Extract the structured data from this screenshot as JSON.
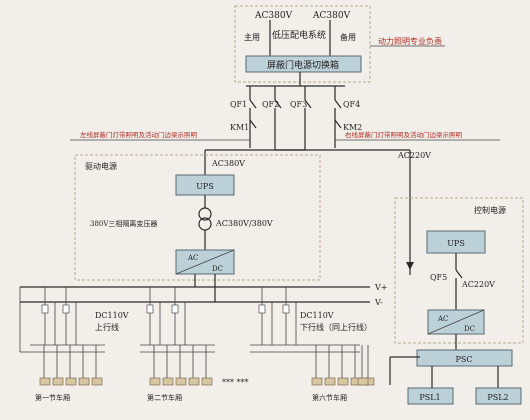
{
  "top": {
    "ac380_left": "AC380V",
    "ac380_right": "AC380V",
    "main_label": "主用",
    "standby_label": "备用",
    "lv_system": "低压配电系统",
    "power_load": "动力照明专业负责",
    "switchbox": "屏蔽门电源切换箱"
  },
  "breakers": {
    "qf1": "QF1",
    "qf2": "QF2",
    "qf3": "QF3",
    "qf4": "QF4",
    "km1": "KM1",
    "km2": "KM2",
    "left_lighting": "左线屏蔽门灯带照明及活动门边梁示照明",
    "right_lighting": "右线屏蔽门灯带照明及活动门边梁示照明"
  },
  "drive": {
    "title": "驱动电源",
    "ac380": "AC380V",
    "ups": "UPS",
    "transformer": "380V三相隔离变压器",
    "ac380_380": "AC380V/380V",
    "ac": "AC",
    "dc": "DC"
  },
  "control": {
    "title": "控制电源",
    "ac220_top": "AC220V",
    "ups": "UPS",
    "qf5": "QF5",
    "ac220": "AC220V",
    "ac": "AC",
    "dc": "DC",
    "psc": "PSC",
    "psl1": "PSL1",
    "psl2": "PSL2"
  },
  "bus": {
    "v_plus": "V+",
    "v_minus": "V-",
    "dc110_up": "DC110V",
    "up_line": "上行线",
    "dc110_down": "DC110V",
    "down_line": "下行线（同上行线）"
  },
  "cars": {
    "car1": "第一节车厢",
    "car2": "第二节车厢",
    "car6": "第六节车厢",
    "ellipsis": "*** ***"
  }
}
